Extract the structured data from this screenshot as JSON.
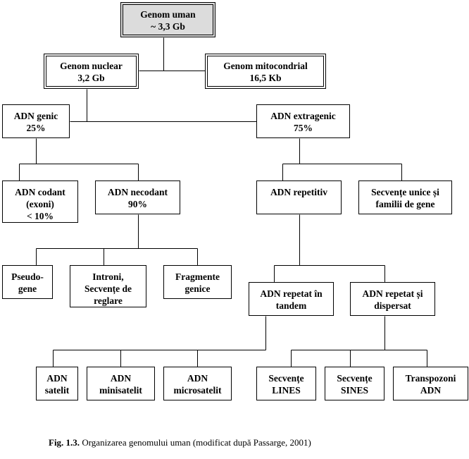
{
  "nodes": {
    "uman": [
      "Genom uman",
      "~ 3,3 Gb"
    ],
    "nuclear": [
      "Genom nuclear",
      "3,2 Gb"
    ],
    "mito": [
      "Genom mitocondrial",
      "16,5 Kb"
    ],
    "genic": [
      "ADN genic",
      "25%"
    ],
    "extragenic": [
      "ADN extragenic",
      "75%"
    ],
    "codant": [
      "ADN codant",
      "(exoni)",
      "< 10%"
    ],
    "necodant": [
      "ADN necodant",
      "90%"
    ],
    "repetitiv": [
      "ADN repetitiv"
    ],
    "unice": [
      "Secvențe unice și",
      "familii de gene"
    ],
    "pseudo": [
      "Pseudo-",
      "gene"
    ],
    "introni": [
      "Introni,",
      "Secvențe de",
      "reglare"
    ],
    "fragmente": [
      "Fragmente",
      "genice"
    ],
    "tandem": [
      "ADN repetat în",
      "tandem"
    ],
    "dispersat": [
      "ADN repetat și",
      "dispersat"
    ],
    "satelit": [
      "ADN",
      "satelit"
    ],
    "minisatelit": [
      "ADN",
      "minisatelit"
    ],
    "microsatelit": [
      "ADN",
      "microsatelit"
    ],
    "lines": [
      "Secvențe",
      "LINES"
    ],
    "sines": [
      "Secvențe",
      "SINES"
    ],
    "transpozoni": [
      "Transpozoni",
      "ADN"
    ]
  },
  "caption": {
    "label": "Fig. 1.3.",
    "text": " Organizarea genomului uman (modificat după Passarge, 2001)"
  }
}
